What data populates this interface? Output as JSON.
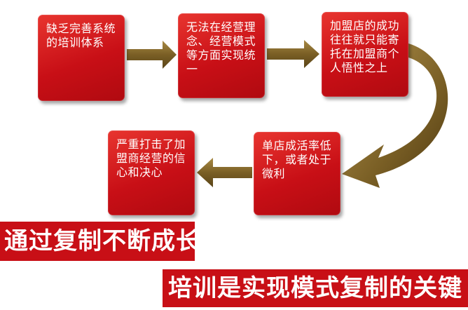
{
  "steps": [
    "缺乏完善系统的培训体系",
    "无法在经营理念、经营模式等方面实现统一",
    "加盟店的成功往往就只能寄托在加盟商个人悟性之上",
    "单店成活率低下，或者处于微利",
    "严重打击了加盟商经营的信心和决心"
  ],
  "banners": {
    "top": "通过复制不断成长",
    "bottom": "培训是实现模式复制的关键"
  },
  "colors": {
    "box_red": "#c80f16",
    "arrow_olive": "#8a6f2e",
    "banner_red": "#c80f16",
    "text": "#ffffff"
  }
}
